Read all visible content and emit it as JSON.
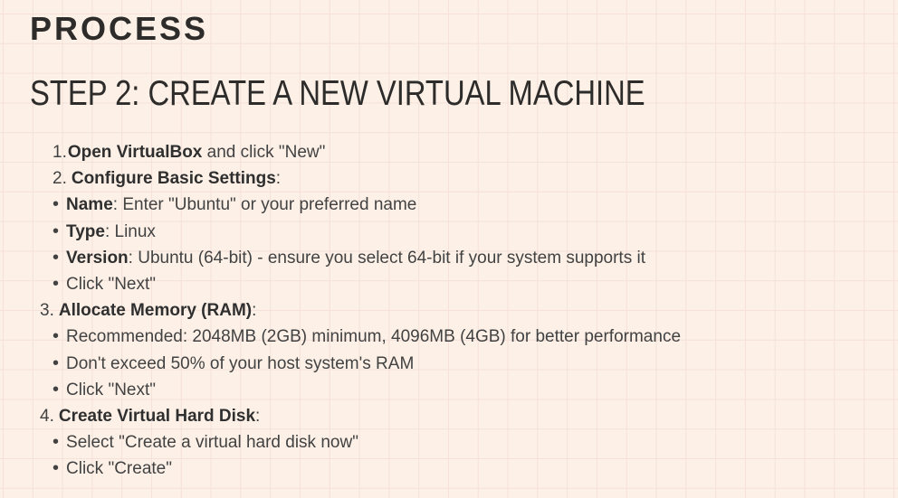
{
  "title": "PROCESS",
  "subtitle": "STEP 2: CREATE A NEW VIRTUAL MACHINE",
  "colors": {
    "background": "#fcf0e7",
    "grid_line": "#f5e1d9",
    "heading": "#2d2c2a",
    "body_text": "#424242",
    "bold_text": "#2f2f2f"
  },
  "list": {
    "items": [
      {
        "marker": "1.",
        "indent": "num-a",
        "segments": [
          {
            "text": "Open VirtualBox",
            "bold": true
          },
          {
            "text": " and click \"New\"",
            "bold": false
          }
        ]
      },
      {
        "marker": "2.",
        "indent": "num-a",
        "segments": [
          {
            "text": "Configure Basic Settings",
            "bold": true
          },
          {
            "text": ":",
            "bold": false
          }
        ]
      },
      {
        "marker": "•",
        "indent": "bullet",
        "segments": [
          {
            "text": "Name",
            "bold": true
          },
          {
            "text": ": Enter \"Ubuntu\" or your preferred name",
            "bold": false
          }
        ]
      },
      {
        "marker": "•",
        "indent": "bullet",
        "segments": [
          {
            "text": "Type",
            "bold": true
          },
          {
            "text": ": Linux",
            "bold": false
          }
        ]
      },
      {
        "marker": "•",
        "indent": "bullet",
        "segments": [
          {
            "text": "Version",
            "bold": true
          },
          {
            "text": ": Ubuntu (64-bit) - ensure you select 64-bit if your system supports it",
            "bold": false
          }
        ]
      },
      {
        "marker": "•",
        "indent": "bullet",
        "segments": [
          {
            "text": "Click \"Next\"",
            "bold": false
          }
        ]
      },
      {
        "marker": "3.",
        "indent": "num-b",
        "segments": [
          {
            "text": "Allocate Memory (RAM)",
            "bold": true
          },
          {
            "text": ":",
            "bold": false
          }
        ]
      },
      {
        "marker": "•",
        "indent": "bullet",
        "segments": [
          {
            "text": "Recommended: 2048MB (2GB) minimum, 4096MB (4GB) for better performance",
            "bold": false
          }
        ]
      },
      {
        "marker": "•",
        "indent": "bullet",
        "segments": [
          {
            "text": "Don't exceed 50% of your host system's RAM",
            "bold": false
          }
        ]
      },
      {
        "marker": "•",
        "indent": "bullet",
        "segments": [
          {
            "text": "Click \"Next\"",
            "bold": false
          }
        ]
      },
      {
        "marker": "4.",
        "indent": "num-b",
        "segments": [
          {
            "text": "Create Virtual Hard Disk",
            "bold": true
          },
          {
            "text": ":",
            "bold": false
          }
        ]
      },
      {
        "marker": "•",
        "indent": "bullet",
        "segments": [
          {
            "text": "Select \"Create a virtual hard disk now\"",
            "bold": false
          }
        ]
      },
      {
        "marker": "•",
        "indent": "bullet",
        "segments": [
          {
            "text": "Click \"Create\"",
            "bold": false
          }
        ]
      }
    ]
  }
}
